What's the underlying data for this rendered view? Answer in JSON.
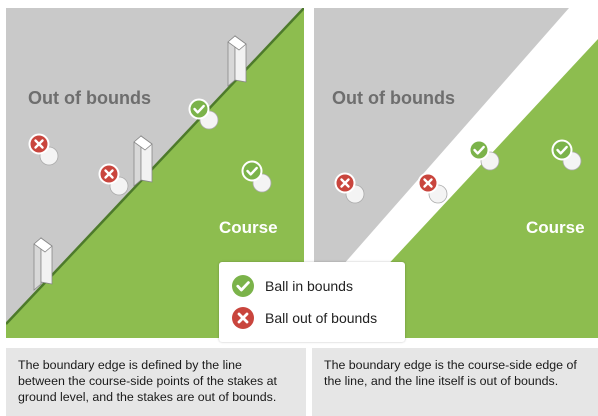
{
  "left_panel": {
    "out_of_bounds_label": "Out of bounds",
    "course_label": "Course"
  },
  "right_panel": {
    "out_of_bounds_label": "Out of bounds",
    "course_label": "Course"
  },
  "legend": {
    "in_bounds_label": "Ball in bounds",
    "out_of_bounds_label": "Ball out of bounds",
    "in_bounds_icon": "check-circle-icon",
    "out_of_bounds_icon": "x-circle-icon"
  },
  "captions": {
    "left": [
      "The boundary edge is defined by the line",
      "between the course-side points of the stakes at",
      "ground level, and the stakes are out of bounds."
    ],
    "right": [
      "The boundary edge is the course-side edge of",
      "the line, and the line itself is out of bounds."
    ]
  },
  "colors": {
    "out_of_bounds_area": "#c9c9c9",
    "course_area": "#8dbd4f",
    "boundary_line": "#4d7a2b",
    "painted_line": "#ffffff",
    "in_bounds_badge": "#7bb34a",
    "out_of_bounds_badge": "#c9453d",
    "caption_background": "#e6e6e6"
  }
}
